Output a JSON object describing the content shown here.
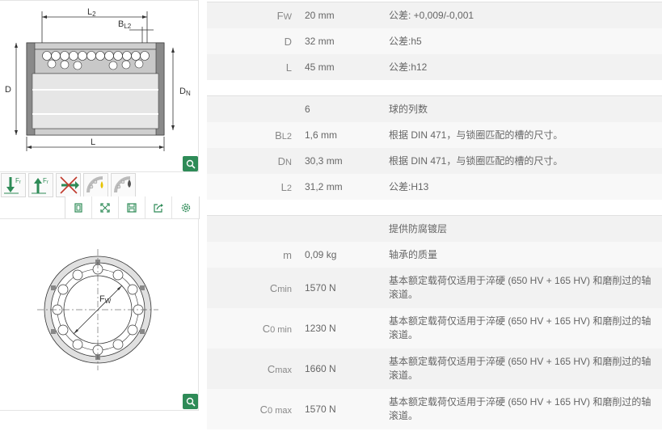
{
  "drawing_top": {
    "labels": {
      "L2": "L",
      "L2_sub": "2",
      "BL2": "B",
      "BL2_sub": "L2",
      "D": "D",
      "DN": "D",
      "DN_sub": "N",
      "L": "L"
    }
  },
  "drawing_bottom": {
    "labels": {
      "FW": "F",
      "FW_sub": "W"
    }
  },
  "load_icons": [
    {
      "icon": "radial-load-down-icon",
      "label": "F",
      "label_sub": "r"
    },
    {
      "icon": "radial-load-up-icon",
      "label": "F",
      "label_sub": "r"
    },
    {
      "icon": "axial-load-crossed-icon"
    },
    {
      "icon": "grease-lubrication-icon"
    },
    {
      "icon": "oil-lubrication-icon"
    }
  ],
  "toolbar": {
    "items": [
      "3d-view-icon",
      "fullscreen-icon",
      "save-icon",
      "share-icon",
      "settings-icon"
    ]
  },
  "colors": {
    "accent_green": "#2e8b57",
    "table_bg": "#f2f2f2",
    "sym_bg": "#e8e8e8"
  },
  "table1": [
    {
      "sym": "F",
      "sub": "W",
      "val": "20  mm",
      "desc": "公差: +0,009/-0,001"
    },
    {
      "sym": "D",
      "sub": "",
      "val": "32  mm",
      "desc": "公差:h5"
    },
    {
      "sym": "L",
      "sub": "",
      "val": "45  mm",
      "desc": "公差:h12"
    }
  ],
  "table2": [
    {
      "sym": "",
      "sub": "",
      "val": "6",
      "desc": "球的列数"
    },
    {
      "sym": "B",
      "sub": "L2",
      "val": "1,6  mm",
      "desc": "根据 DIN 471，与锁圈匹配的槽的尺寸。"
    },
    {
      "sym": "D",
      "sub": "N",
      "val": "30,3  mm",
      "desc": "根据 DIN 471，与锁圈匹配的槽的尺寸。"
    },
    {
      "sym": "L",
      "sub": "2",
      "val": "31,2  mm",
      "desc": "公差:H13"
    }
  ],
  "table3": [
    {
      "sym": "",
      "sub": "",
      "val": "",
      "desc": "提供防腐镀层"
    },
    {
      "sym": "m",
      "sub": "",
      "val": "0,09  kg",
      "desc": "轴承的质量"
    },
    {
      "sym": "C",
      "sub": "min",
      "val": "1570  N",
      "desc": "基本额定载荷仅适用于淬硬 (650 HV + 165 HV) 和磨削过的轴滚道。"
    },
    {
      "sym": "C",
      "sub": "0 min",
      "val": "1230  N",
      "desc": "基本额定载荷仅适用于淬硬 (650 HV + 165 HV) 和磨削过的轴滚道。"
    },
    {
      "sym": "C",
      "sub": "max",
      "val": "1660  N",
      "desc": "基本额定载荷仅适用于淬硬 (650 HV + 165 HV) 和磨削过的轴滚道。"
    },
    {
      "sym": "C",
      "sub": "0 max",
      "val": "1570  N",
      "desc": "基本额定载荷仅适用于淬硬 (650 HV + 165 HV) 和磨削过的轴滚道。"
    }
  ]
}
